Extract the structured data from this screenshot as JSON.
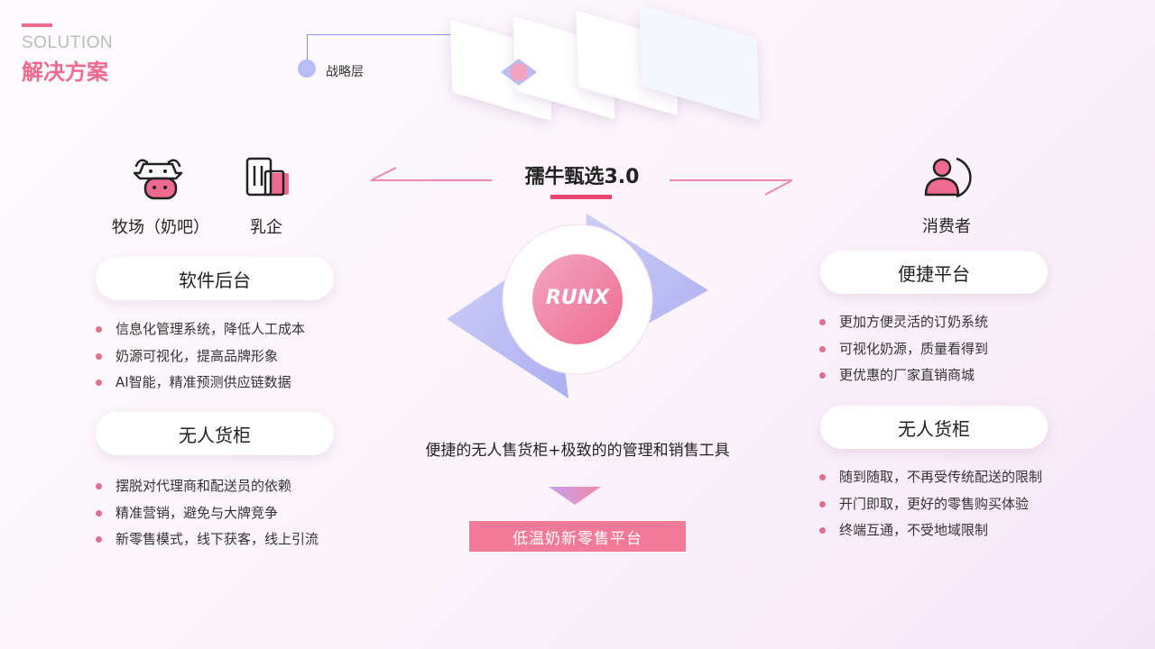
{
  "header": {
    "solution_en": "SOLUTION",
    "solution_cn": "解决方案"
  },
  "strategy": {
    "label": "战略层"
  },
  "center": {
    "title": "孺牛甄选3.0",
    "logo_text": "RUNX",
    "description": "便捷的无人售货柜+极致的的管理和销售工具",
    "cta": "低温奶新零售平台"
  },
  "left": {
    "icons": [
      {
        "icon": "cow-icon",
        "label": "牧场（奶吧）"
      },
      {
        "icon": "building-icon",
        "label": "乳企"
      }
    ],
    "section1": {
      "title": "软件后台",
      "items": [
        "信息化管理系统，降低人工成本",
        "奶源可视化，提高品牌形象",
        "AI智能，精准预测供应链数据"
      ]
    },
    "section2": {
      "title": "无人货柜",
      "items": [
        "摆脱对代理商和配送员的依赖",
        "精准营销，避免与大牌竞争",
        "新零售模式，线下获客，线上引流"
      ]
    }
  },
  "right": {
    "icon": {
      "icon": "consumer-icon",
      "label": "消费者"
    },
    "section1": {
      "title": "便捷平台",
      "items": [
        "更加方便灵活的订奶系统",
        "可视化奶源，质量看得到",
        "更优惠的厂家直销商城"
      ]
    },
    "section2": {
      "title": "无人货柜",
      "items": [
        "随到随取，不再受传统配送的限制",
        "开门即取，更好的零售购买体验",
        "终端互通，不受地域限制"
      ]
    }
  },
  "colors": {
    "accent": "#ee6b8f",
    "purple": "#9ea3f0",
    "cta": "#f27a98"
  }
}
